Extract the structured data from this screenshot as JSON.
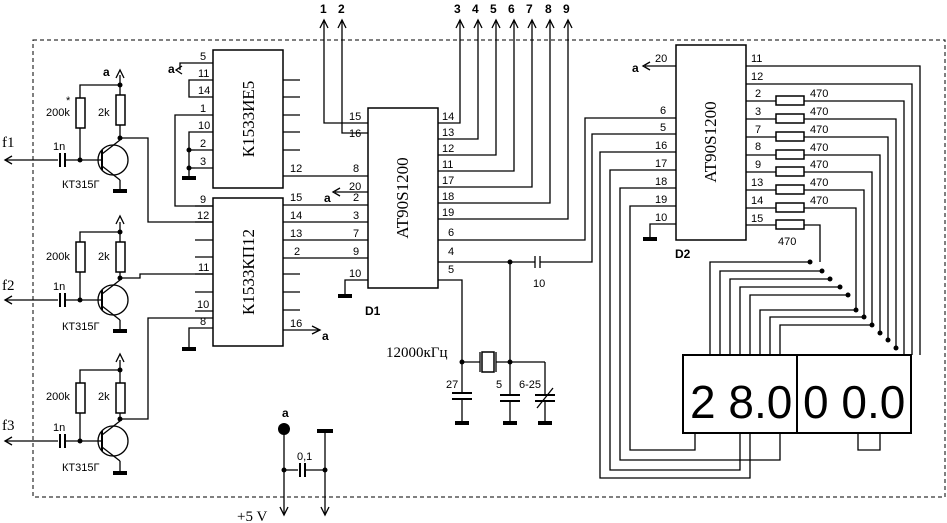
{
  "top_pins": [
    "1",
    "2",
    "3",
    "4",
    "5",
    "6",
    "7",
    "8",
    "9"
  ],
  "chips": {
    "ie5": {
      "name": "К1533ИЕ5",
      "pins_left": [
        "5",
        "11",
        "14",
        "1",
        "10",
        "2",
        "3"
      ],
      "pins_right": [
        "12"
      ]
    },
    "kp12": {
      "name": "К1533КП12",
      "pins_left": [
        "9",
        "12",
        "11",
        "10",
        "8"
      ],
      "pins_right": [
        "15",
        "14",
        "13",
        "2",
        "16"
      ]
    },
    "d1": {
      "name": "AT90S1200",
      "ref": "D1",
      "pins_left": [
        "15",
        "16",
        "8",
        "20",
        "2",
        "3",
        "7",
        "9",
        "10"
      ],
      "pins_right": [
        "14",
        "13",
        "12",
        "11",
        "17",
        "18",
        "19",
        "6",
        "4",
        "5"
      ]
    },
    "d2": {
      "name": "AT90S1200",
      "ref": "D2",
      "pins_left": [
        "20",
        "6",
        "5",
        "16",
        "17",
        "18",
        "19",
        "10"
      ],
      "pins_right": [
        "11",
        "12",
        "2",
        "3",
        "7",
        "8",
        "9",
        "13",
        "14",
        "15"
      ]
    }
  },
  "inputs": [
    {
      "label": "f1",
      "cap": "1n",
      "r1": "200k",
      "r1_mark": "*",
      "r2": "2k",
      "transistor": "КТ315Г"
    },
    {
      "label": "f2",
      "cap": "1n",
      "r1": "200k",
      "r2": "2k",
      "transistor": "КТ315Г"
    },
    {
      "label": "f3",
      "cap": "1n",
      "r1": "200k",
      "r2": "2k",
      "transistor": "КТ315Г"
    }
  ],
  "supply": {
    "rail": "a",
    "voltage": "+5 V",
    "cap": "0,1"
  },
  "crystal": {
    "freq": "12000кГц",
    "c1": "27",
    "c2": "5",
    "trim": "6-25",
    "coupling_cap": "10"
  },
  "resistors": [
    "470",
    "470",
    "470",
    "470",
    "470",
    "470",
    "470",
    "470"
  ],
  "display": {
    "left": "2 8.0",
    "right": "0 0.0"
  },
  "rail_label": "a"
}
